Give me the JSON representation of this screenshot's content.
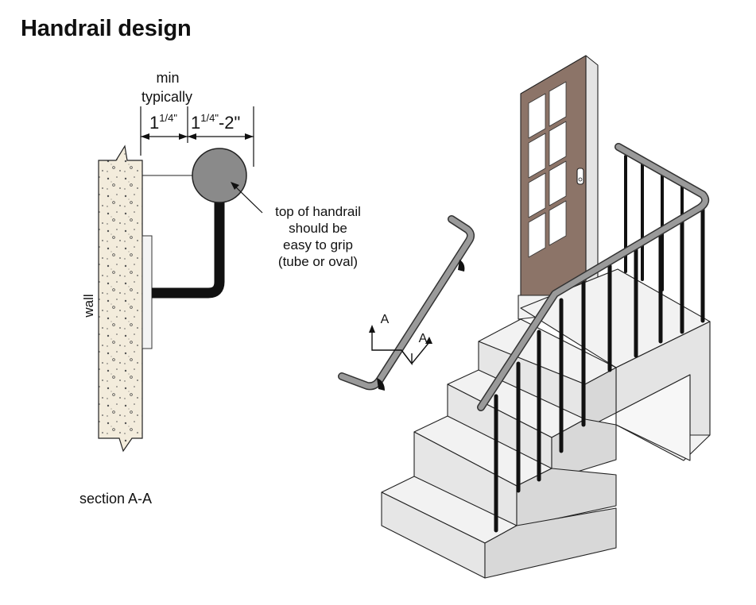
{
  "title": "Handrail design",
  "section": {
    "dim_min_label": "min",
    "dim_typ_label": "typically",
    "dim_min_value": "1",
    "dim_min_sup": "1/4\"",
    "dim_typ_value": "1",
    "dim_typ_sup": "1/4\"",
    "dim_typ_suffix": "-2\"",
    "callout_lines": [
      "top of handrail",
      "should be",
      "easy to grip",
      "(tube or oval)"
    ],
    "wall_label": "wall",
    "caption": "section A-A"
  },
  "rail_detail": {
    "cut_label_1": "A",
    "cut_label_2": "A"
  },
  "colors": {
    "wall_fill": "#f3ecdc",
    "rail_gray": "#8a8a8a",
    "bracket_black": "#111111",
    "door_brown": "#8c7468",
    "step_light": "#f2f2f2",
    "step_mid": "#e4e4e4",
    "step_dark": "#cfcfcf"
  }
}
